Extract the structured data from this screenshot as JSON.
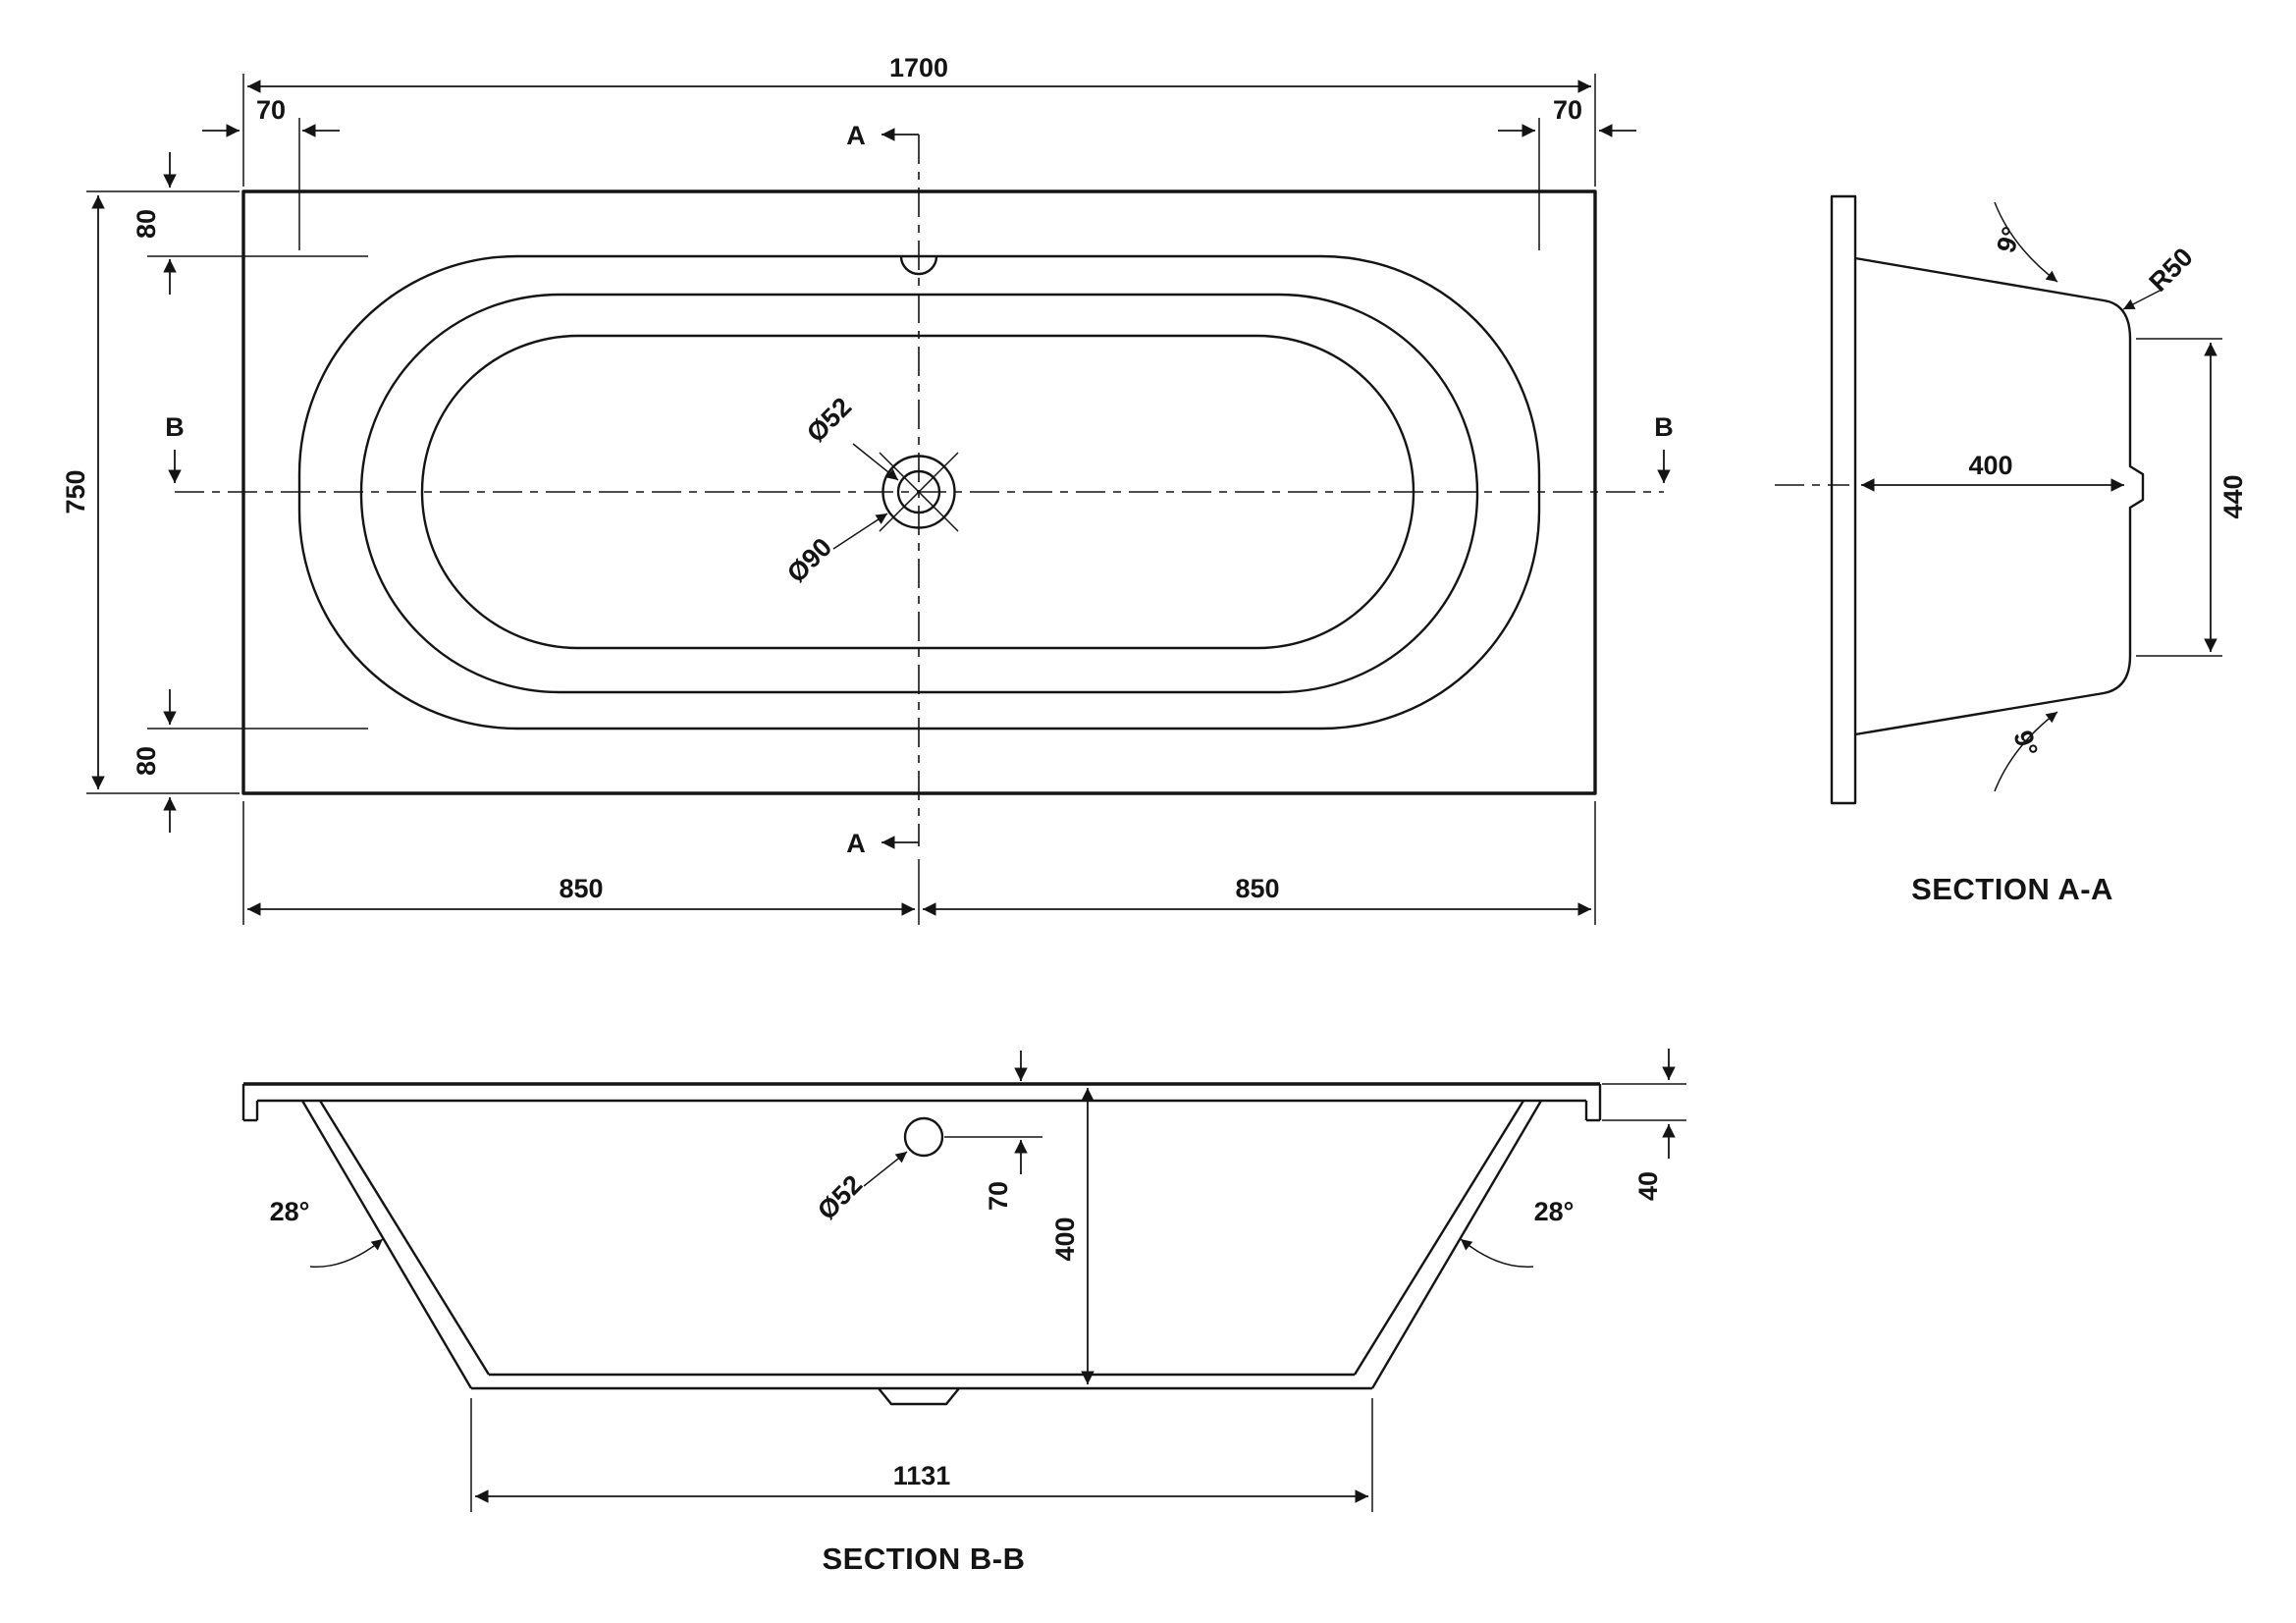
{
  "colors": {
    "ink": "#141414",
    "background": "#ffffff"
  },
  "plan": {
    "dim_length": "1700",
    "dim_end_left": "70",
    "dim_end_right": "70",
    "dim_rim_top": "80",
    "dim_rim_bottom": "80",
    "dim_width": "750",
    "dim_half_left": "850",
    "dim_half_right": "850",
    "drain_dia_small": "Ø52",
    "drain_dia_large": "Ø90",
    "section_a_label": "A",
    "section_b_label": "B"
  },
  "section_aa": {
    "title": "SECTION A-A",
    "angle_top": "9°",
    "angle_bottom": "9°",
    "rim_radius": "R50",
    "dim_depth": "400",
    "dim_base": "440"
  },
  "section_bb": {
    "title": "SECTION B-B",
    "angle_left": "28°",
    "angle_right": "28°",
    "overflow_dia": "Ø52",
    "dim_overflow_offset": "70",
    "dim_depth": "400",
    "dim_rim": "40",
    "dim_base_length": "1131"
  }
}
